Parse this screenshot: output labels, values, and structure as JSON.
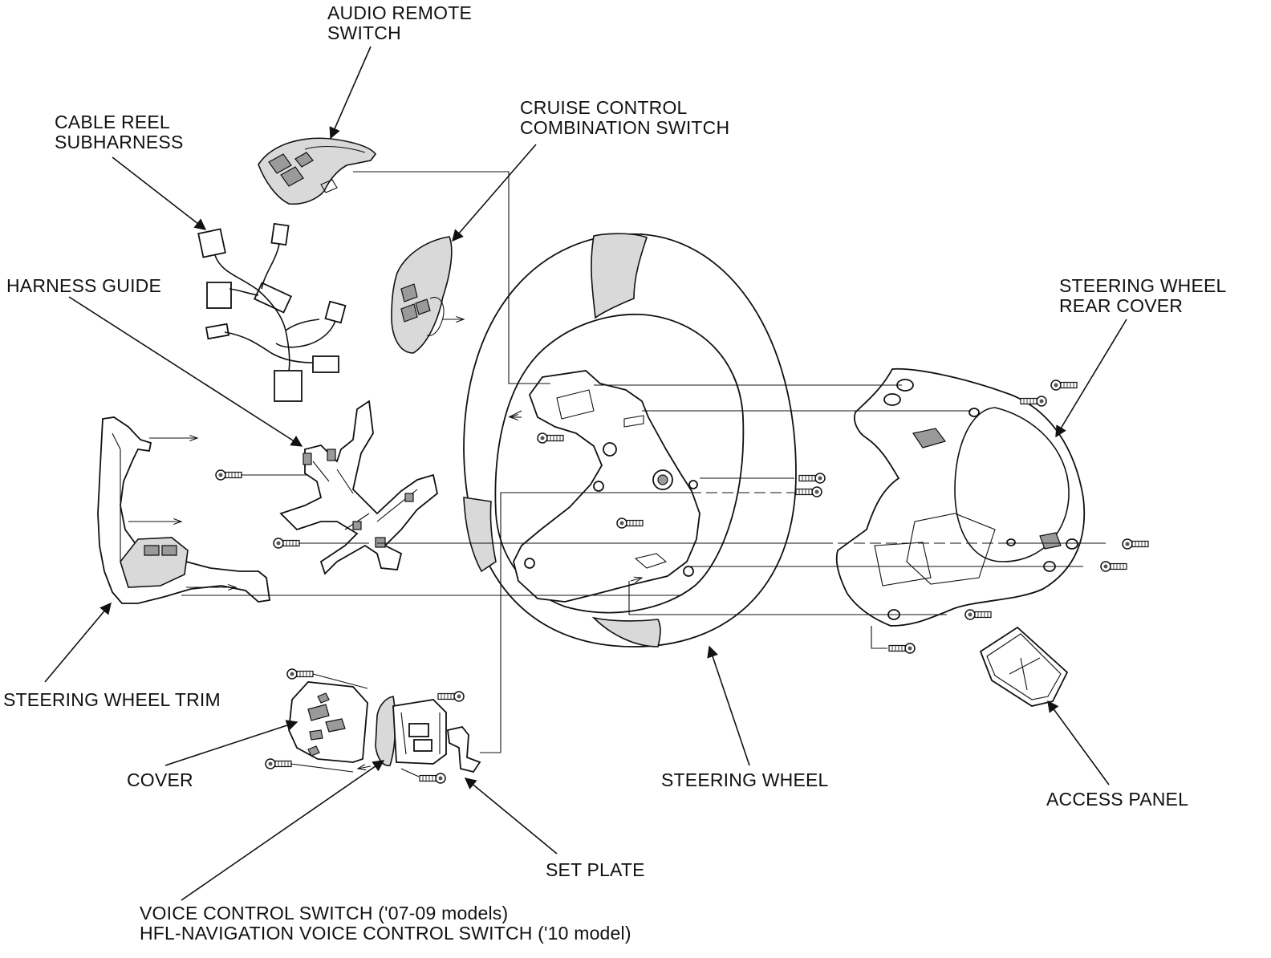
{
  "labels": {
    "audio_remote_switch": [
      "AUDIO REMOTE",
      "SWITCH"
    ],
    "cable_reel_subharness": [
      "CABLE REEL",
      "SUBHARNESS"
    ],
    "cruise_control_combination_switch": [
      "CRUISE CONTROL",
      "COMBINATION SWITCH"
    ],
    "harness_guide": "HARNESS GUIDE",
    "steering_wheel_rear_cover": [
      "STEERING WHEEL",
      "REAR COVER"
    ],
    "steering_wheel_trim": "STEERING WHEEL TRIM",
    "cover": "COVER",
    "steering_wheel": "STEERING WHEEL",
    "access_panel": "ACCESS PANEL",
    "set_plate": "SET PLATE",
    "voice_control_switch": [
      "VOICE CONTROL SWITCH ('07-09 models)",
      "HFL-NAVIGATION VOICE CONTROL SWITCH ('10 model)"
    ]
  }
}
